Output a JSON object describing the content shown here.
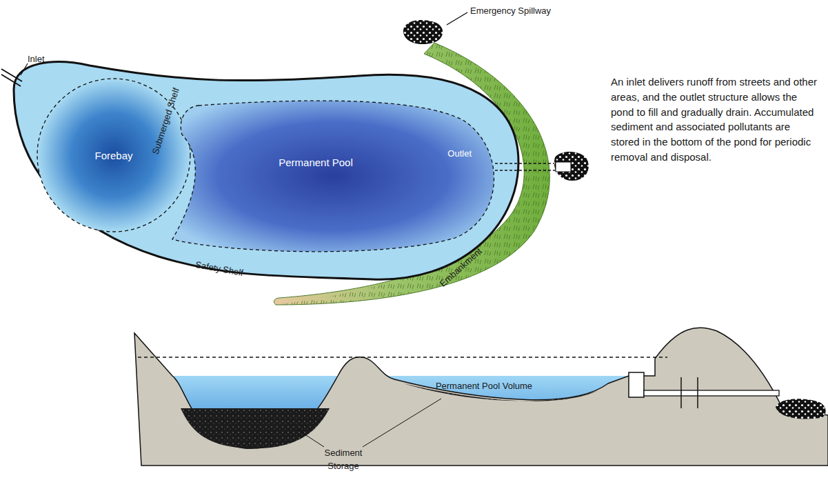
{
  "diagram": {
    "nodes": [
      {
        "text": [
          "Forebay"
        ]
      },
      {
        "text": [
          "Permanent Pool"
        ]
      }
    ],
    "edges": [],
    "labels": [
      "Inlet",
      "Emergency Spillway",
      "Submerged Shelf",
      "Outlet",
      "Safety Shelf",
      "Embankment",
      "An inlet delivers runoff from streets and other areas, and the outlet structure allows the pond to fill and gradually drain. Accumulated sediment and associated pollutants are stored in the bottom of the pond for periodic removal and disposal.",
      "Permanent Pool Volume",
      "Sediment Storage"
    ]
  }
}
